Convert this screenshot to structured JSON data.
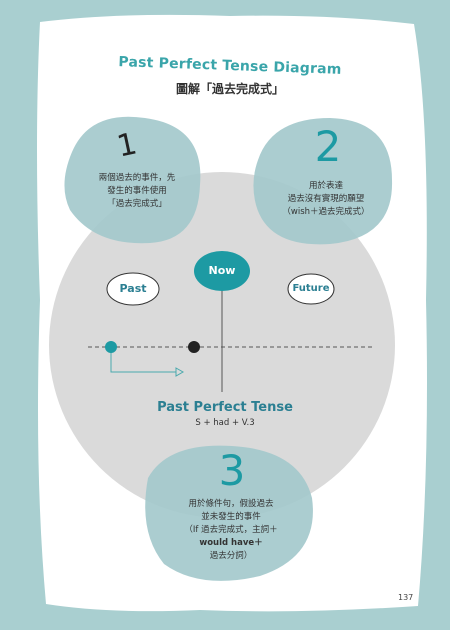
{
  "diagram": {
    "title": "Past Perfect Tense Diagram",
    "subtitle": "圖解「過去完成式」",
    "bubble1": {
      "number": "1",
      "lines": [
        "兩個過去的事件，先",
        "發生的事件使用",
        "「過去完成式」"
      ]
    },
    "bubble2": {
      "number": "2",
      "lines": [
        "用於表達",
        "過去沒有實現的願望",
        "（wish＋過去完成式）"
      ]
    },
    "bubble3": {
      "number": "3",
      "lines": [
        "用於條件句，假設過去",
        "並未發生的事件",
        "（If 過去完成式，主詞＋",
        "would have＋",
        "過去分詞）"
      ]
    },
    "timeline": {
      "past_label": "Past",
      "now_label": "Now",
      "future_label": "Future"
    },
    "tense_name": "Past Perfect Tense",
    "formula": "S + had + V.3"
  },
  "page_number": "137",
  "colors": {
    "border": "#a9cfd0",
    "teal": "#1d9aa3",
    "bubble": "#a4c9cc",
    "center_circle": "#dadada",
    "tense_title": "#2b7f92"
  }
}
